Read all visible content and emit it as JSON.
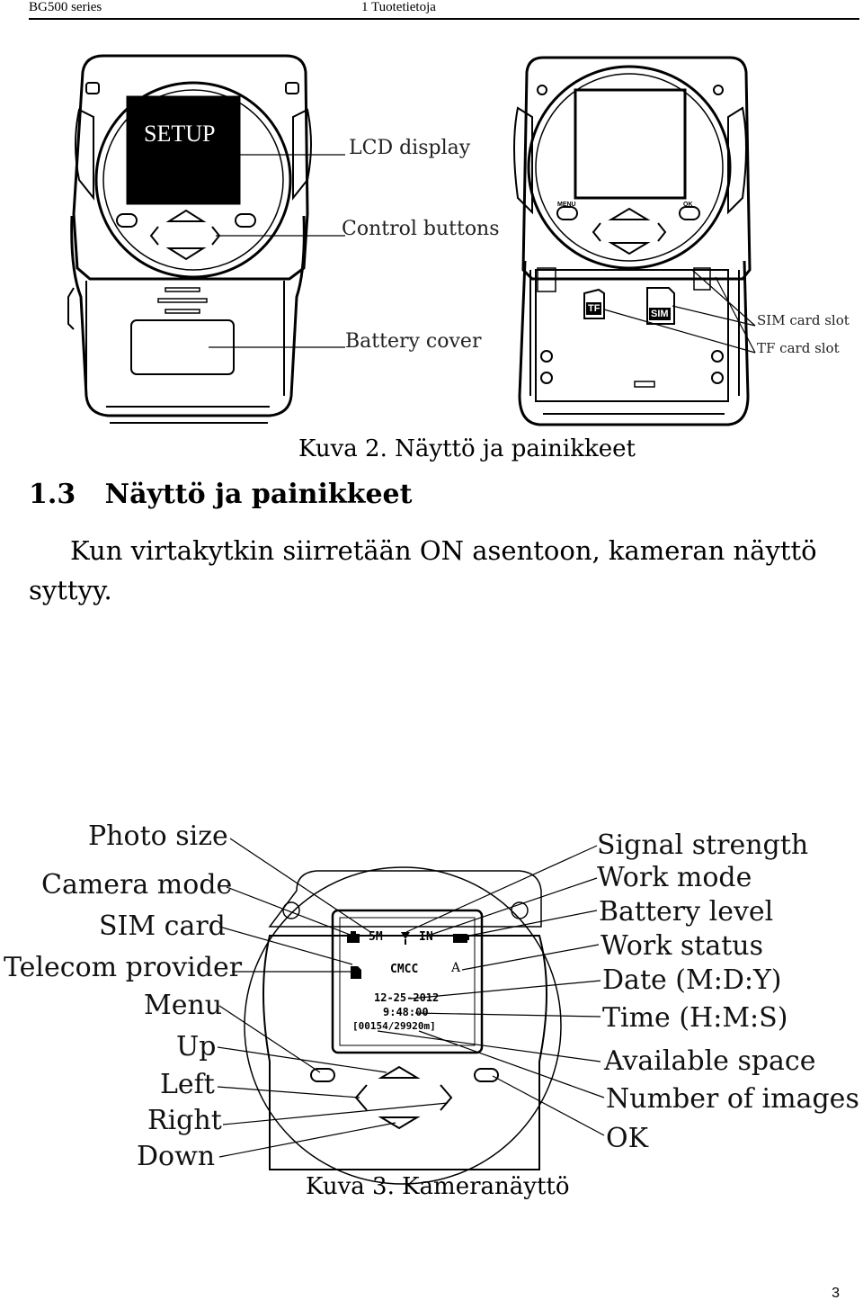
{
  "header": {
    "left": "BG500 series",
    "center": "1 Tuotetietoja"
  },
  "figure2": {
    "screen_text": "SETUP",
    "labels": {
      "lcd": "LCD  display",
      "control": "Control  buttons",
      "battery": "Battery  cover",
      "sim_slot": "SIM  card slot",
      "tf_slot": "TF  card slot"
    },
    "button_labels": {
      "menu": "MENU",
      "ok": "OK"
    },
    "slot_labels": {
      "tf": "TF",
      "sim": "SIM"
    },
    "caption": "Kuva 2. Näyttö ja painikkeet"
  },
  "section": {
    "number": "1.3",
    "title": "Näyttö ja painikkeet"
  },
  "paragraph": "Kun virtakytkin siirretään ON asentoon, kameran näyttö syttyy.",
  "figure3": {
    "screen": {
      "photo_size": "5M",
      "work_mode": "IN",
      "provider": "CMCC",
      "status": "A",
      "date": "12-25-2012",
      "time": "9:48:00",
      "counter": "[00154/29920m]"
    },
    "left_labels": {
      "photo_size": "Photo  size",
      "camera_mode": "Camera  mode",
      "sim_card": "SIM card",
      "provider": "Telecom provider",
      "menu": "Menu",
      "up": "Up",
      "left": "Left",
      "right": "Right",
      "down": "Down"
    },
    "right_labels": {
      "signal": "Signal strength",
      "work_mode": "Work  mode",
      "battery": "Battery level",
      "work_status": "Work  status",
      "date": "Date (M:D:Y)",
      "time": "Time (H:M:S)",
      "space": "Available space",
      "images": "Number of images",
      "ok": "OK"
    },
    "caption": "Kuva 3. Kameranäyttö"
  },
  "page_number": "3"
}
